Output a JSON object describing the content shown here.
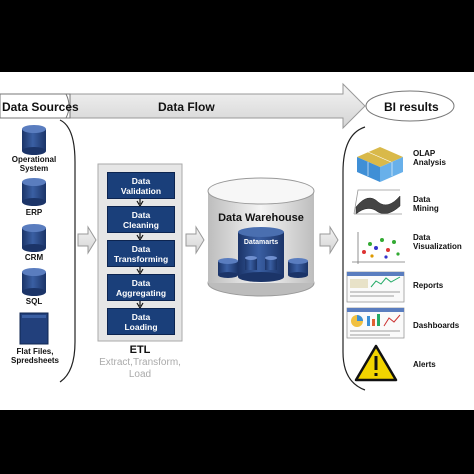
{
  "header": {
    "data_sources": "Data Sources",
    "data_flow": "Data Flow",
    "bi_results": "BI results"
  },
  "sources": [
    {
      "label_lines": [
        "Operational",
        "System"
      ],
      "icon": "database-cylinder-icon"
    },
    {
      "label_lines": [
        "ERP"
      ],
      "icon": "database-cylinder-icon"
    },
    {
      "label_lines": [
        "CRM"
      ],
      "icon": "database-cylinder-icon"
    },
    {
      "label_lines": [
        "SQL"
      ],
      "icon": "database-cylinder-icon"
    },
    {
      "label_lines": [
        "Flat Files,",
        "Spredsheets"
      ],
      "icon": "flat-file-icon"
    }
  ],
  "etl": {
    "steps": [
      {
        "lines": [
          "Data",
          "Validation"
        ]
      },
      {
        "lines": [
          "Data",
          "Cleaning"
        ]
      },
      {
        "lines": [
          "Data",
          "Transforming"
        ]
      },
      {
        "lines": [
          "Data",
          "Aggregating"
        ]
      },
      {
        "lines": [
          "Data",
          "Loading"
        ]
      }
    ],
    "title": "ETL",
    "subtitle_lines": [
      "Extract,Transform,",
      "Load"
    ]
  },
  "warehouse": {
    "title": "Data Warehouse",
    "datamarts": "Datamarts"
  },
  "bi": [
    {
      "label_lines": [
        "OLAP",
        "Analysis"
      ],
      "icon": "olap-cube-icon"
    },
    {
      "label_lines": [
        "Data",
        "Mining"
      ],
      "icon": "surface-plot-icon"
    },
    {
      "label_lines": [
        "Data",
        "Visualization"
      ],
      "icon": "scatter-3d-icon"
    },
    {
      "label_lines": [
        "Reports"
      ],
      "icon": "report-screenshot-icon"
    },
    {
      "label_lines": [
        "Dashboards"
      ],
      "icon": "dashboard-screenshot-icon"
    },
    {
      "label_lines": [
        "Alerts"
      ],
      "icon": "warning-triangle-icon"
    }
  ],
  "colors": {
    "box_blue": "#1a3f7a",
    "cylinder_blue": "#2a4a86",
    "arrow_gray": "#e2e2e2",
    "alert_yellow": "#f2d400"
  }
}
